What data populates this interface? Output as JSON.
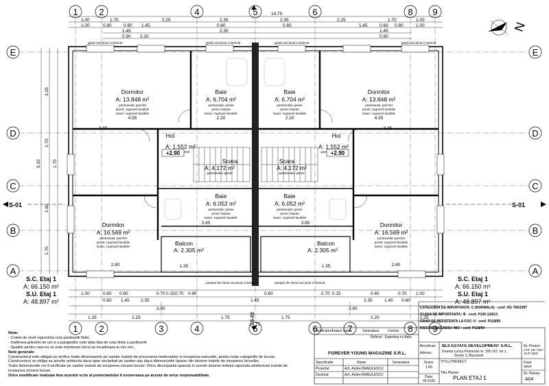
{
  "grid_axes": {
    "top_numbers": [
      "1",
      "2",
      "4",
      "5",
      "6",
      "8",
      "9"
    ],
    "bottom_numbers": [
      "1",
      "2",
      "3",
      "4",
      "5",
      "6",
      "7",
      "8",
      "9"
    ],
    "letters": [
      "A",
      "B",
      "C",
      "D",
      "E"
    ]
  },
  "dimensions": {
    "top_total": "14.75",
    "top_row1": [
      "1.00",
      "1.70",
      "2.25",
      "2.35",
      "2.35",
      "2.25",
      "1.70",
      "1.00"
    ],
    "top_row2": [
      "1.00",
      "0.80",
      "0.60",
      "1.45",
      "0.60",
      "0.60",
      "1.45",
      "0.60",
      "0.80",
      "1.00"
    ],
    "top_row3": [
      "1.45",
      "2.35",
      "1.45"
    ],
    "top_row4": [
      "0.90",
      "2.20",
      "0.90"
    ],
    "left_vertical": [
      "3.20",
      "1.70",
      "1.60",
      "1.70",
      "1.70",
      "9.20"
    ],
    "bottom_row1": [
      "1.00",
      "0.60",
      "0.90",
      "0.70",
      "0.15",
      "0.70",
      "0.90",
      "0.60",
      "0.70",
      "0.15",
      "0.60",
      "0.70",
      "1.00"
    ],
    "bottom_row2": [
      "0.80",
      "1.45",
      "2.35",
      "1.45",
      "2.35",
      "1.45",
      "0.80"
    ],
    "bottom_row3": [
      "3.90",
      "3.90"
    ],
    "bottom_row4": [
      "1.35",
      "2.25",
      "1.75",
      "1.75",
      "2.25",
      "1.35"
    ],
    "bottom_total": "14.75",
    "interior": [
      "4.55",
      "3.45",
      "3.45",
      "4.55",
      "2.20",
      "2.20",
      "2.80",
      "3.85",
      "3.85",
      "2.80",
      "1.35",
      "1.35"
    ]
  },
  "rooms": [
    {
      "name": "Dormitor",
      "area": "A: 13.848 m²"
    },
    {
      "name": "Baie",
      "area": "A: 6.704 m²"
    },
    {
      "name": "Baie",
      "area": "A: 6.704 m²"
    },
    {
      "name": "Dormitor",
      "area": "A: 13.848 m²"
    },
    {
      "name": "Hol",
      "area": "A: 1.552 m²"
    },
    {
      "name": "Hol",
      "area": "A: 1.552 m²"
    },
    {
      "name": "Scara",
      "area": "A: 4.172 m²"
    },
    {
      "name": "Scara",
      "area": "A: 4.172 m²"
    },
    {
      "name": "Baie",
      "area": "A: 6.052 m²"
    },
    {
      "name": "Baie",
      "area": "A: 6.052 m²"
    },
    {
      "name": "Dormitor",
      "area": "A: 16.569 m²"
    },
    {
      "name": "Dormitor",
      "area": "A: 16.569 m²"
    },
    {
      "name": "Balcon",
      "area": "A: 2.305 m²"
    },
    {
      "name": "Balcon",
      "area": "A: 2.305 m²"
    }
  ],
  "finish_notes": {
    "dormitor": [
      "pardoseala: parchet",
      "pereti: zugraveli lavabile",
      "tavan: zugraveli lavabile"
    ],
    "baie": [
      "pardoseala: gresie",
      "pereti: faianta",
      "tavan: zugraveli lavabile"
    ],
    "hol": "pardoseala: gresie",
    "scara": "pardoseala: gresie"
  },
  "level_marks": [
    "+2.90",
    "+2.90"
  ],
  "section_marks": {
    "side": "S-01",
    "vertical": "S-02"
  },
  "summary": {
    "left": {
      "sc_label": "S.C. Etaj 1",
      "sc_area": "A: 66.150 m²",
      "su_label": "S.U. Etaj 1",
      "su_area": "A: 48.897 m²"
    },
    "right": {
      "sc_label": "S.C. Etaj 1",
      "sc_area": "A: 66.150 m²",
      "su_label": "S.U. Etaj 1",
      "su_area": "A: 48.897 m²"
    }
  },
  "small_labels": {
    "gutter": "jgeab securizat si laminat",
    "parapet": "parapet din sticla securizat si laminat",
    "compass": "N"
  },
  "notes": {
    "title": "Nota:",
    "lines": [
      "- Cotele de nivel reprezinta cota pardoselii finite.",
      "- Inaltimea golurilor de usi si a parapetilor este data fata de cota finita a pardoselii.",
      "- Spatiile pentru care nu se este mentionat riscul se incadreaza in risc mic.",
      "Note generale:",
      "Constructorul este obligat sa verifice toate dimensiunile pe santier inainte de procurarea materialelor si inceperea executiei, pentru toate categoriile de lucrari.",
      "Constructorul se obliga sa anunte arhitectul daca apar neclaritati pe santier sau daca dimensiunile lipsesc din desene inainte de inceperea lucrarilor.",
      "Toate dimensiunile vor fi verificate pe santier inainte de inceperea oricarei lucrari. Orice discrepanta aparuta in aceste desene trebuie raportata arhitectului inainte de",
      "inceperea oricarei lucrari.",
      "Orice modificare realizata fara acordul scris al proiectantului il exonereaza pe acesta de orice responsabilitate."
    ]
  },
  "title_block": {
    "verifier_label": "Verificator/Expert",
    "name_label": "Nume",
    "signature_label": "Semnatura",
    "requirements_label": "Cerinta",
    "referat_label": "Referat : Expertiza nr./data",
    "category_lines": [
      "CATEGORIA DE IMPORTANTA: C (NORMALA) - conf. HG 766/1997",
      "CLASA DE IMPORTANTA: III - conf. P100-1/2013",
      "GRAD DE REZISTENTA LA FOC: II - conf. P118/99",
      "RISC DE INCENDIU: MIC - conf. P118/99"
    ],
    "beneficiary_label": "Beneficiar:",
    "beneficiary": "BLS ESTATE DEVELOPMENT S.R.L.",
    "address_label": "Adresa:",
    "address1": "Drumul Lunca Prisonului nr. 105-107, lot 1,",
    "address2": "Sector 3, Bucuresti",
    "project_no_label": "Nr. Proiect:",
    "project_no": "CTR. NR. F83 / 18.07.2025",
    "project_title_label": "TITLU PROIECT:",
    "firm": "FOREVER YOUNG MAGAZINE S.R.L.",
    "spec_label": "Specificatie",
    "designer_label": "Proiectat",
    "drawn_label": "Desenat",
    "designer": "Arh. Andrei BANULESCU",
    "drawn": "Arh. Andrei BANULESCU",
    "scale_label": "Scara:",
    "scale": "1:50",
    "date_label": "Data:",
    "date": "09.2025",
    "sheet_title_label": "Titlu Planse:",
    "sheet_title": "PLAN ETAJ 1",
    "phase_label": "Faza:",
    "phase": "avize",
    "plan_no_label": "Nr. Plansa:",
    "plan_no": "A04"
  }
}
